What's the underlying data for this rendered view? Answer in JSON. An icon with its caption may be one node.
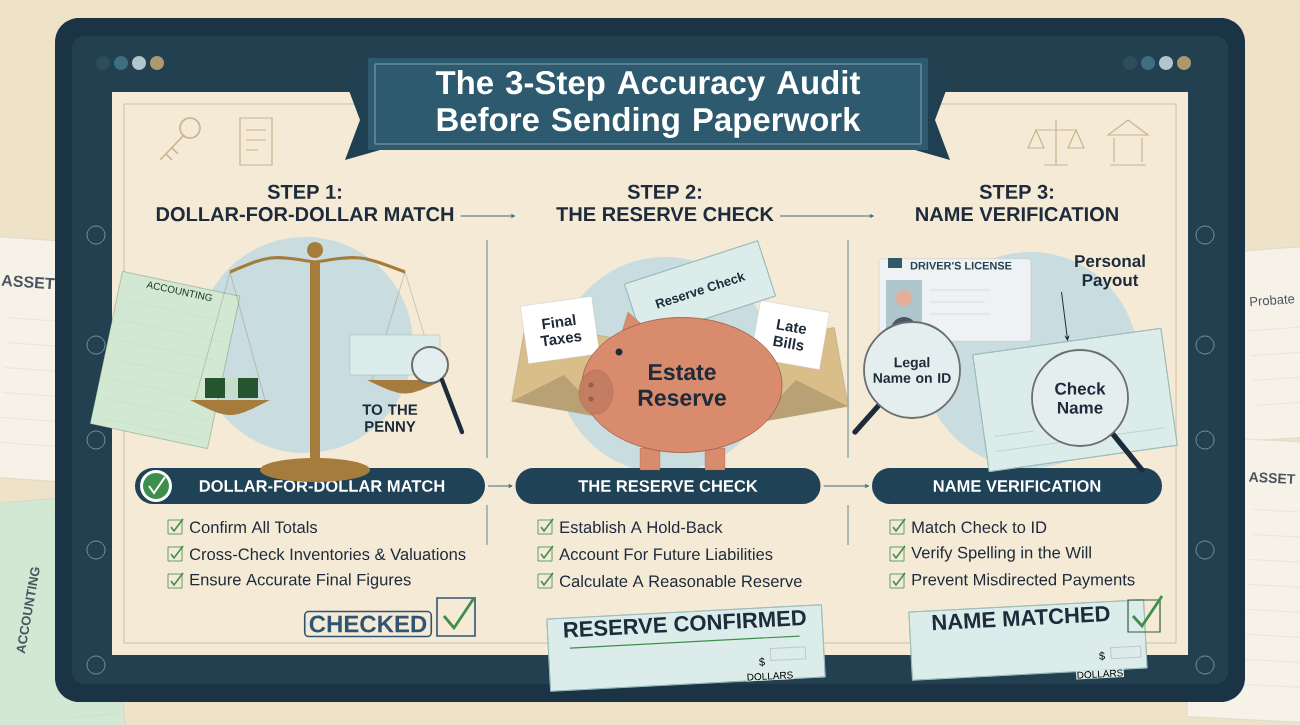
{
  "diagram": {
    "title": "The 3-Step Accuracy Audit Before Sending Paperwork",
    "nodes": [
      {
        "text": [
          "STEP 1:",
          "DOLLAR-FOR-DOLLAR MATCH"
        ]
      },
      {
        "text": [
          "STEP 2:",
          "THE RESERVE CHECK"
        ]
      },
      {
        "text": [
          "STEP 3:",
          "NAME VERIFICATION"
        ]
      },
      {
        "text": [
          "DOLLAR-FOR-DOLLAR MATCH"
        ]
      },
      {
        "text": [
          "THE RESERVE CHECK"
        ]
      },
      {
        "text": [
          "NAME VERIFICATION"
        ]
      },
      {
        "text": [
          "ACCOUNTING"
        ]
      },
      {
        "text": [
          "Final Taxes"
        ]
      },
      {
        "text": [
          "Reserve Check"
        ]
      },
      {
        "text": [
          "Estate Reserve"
        ]
      },
      {
        "text": [
          "Late Bills"
        ]
      },
      {
        "text": [
          "DRIVER'S LICENSE"
        ]
      },
      {
        "text": [
          "Personal Payout"
        ]
      },
      {
        "text": [],
        "shape": "box"
      },
      {
        "text": [
          "Legal Name on ID"
        ]
      },
      {
        "text": [
          "Check Name"
        ],
        "in": 13
      },
      {
        "text": [
          "CHECKED"
        ]
      },
      {
        "text": [
          "RESERVE CONFIRMED"
        ]
      },
      {
        "text": [
          "NAME MATCHED"
        ]
      }
    ],
    "edges": [
      {
        "from": 0,
        "to": 1,
        "arrow": "to"
      },
      {
        "from": 1,
        "to": 2,
        "arrow": "to"
      },
      {
        "from": 3,
        "to": 4,
        "arrow": "to"
      },
      {
        "from": 4,
        "to": 5,
        "arrow": "to"
      },
      {
        "from": 12,
        "to": 13,
        "arrow": "to",
        "color": "#1d2b3a"
      }
    ],
    "labels": [
      "TO THE PENNY",
      "Confirm All Totals",
      "Cross-Check Inventories & Valuations",
      "Ensure Accurate Final Figures",
      "Establish A Hold-Back",
      "Account For Future Liabilities",
      "Calculate A Reasonable Reserve",
      "Match Check to ID",
      "Verify Spelling in the Will",
      "Prevent Misdirected Payments",
      "$",
      "DOLLARS",
      "$",
      "DOLLARS",
      "ASSET",
      "ACCOUNTING",
      "Probate",
      "ASSET"
    ]
  }
}
